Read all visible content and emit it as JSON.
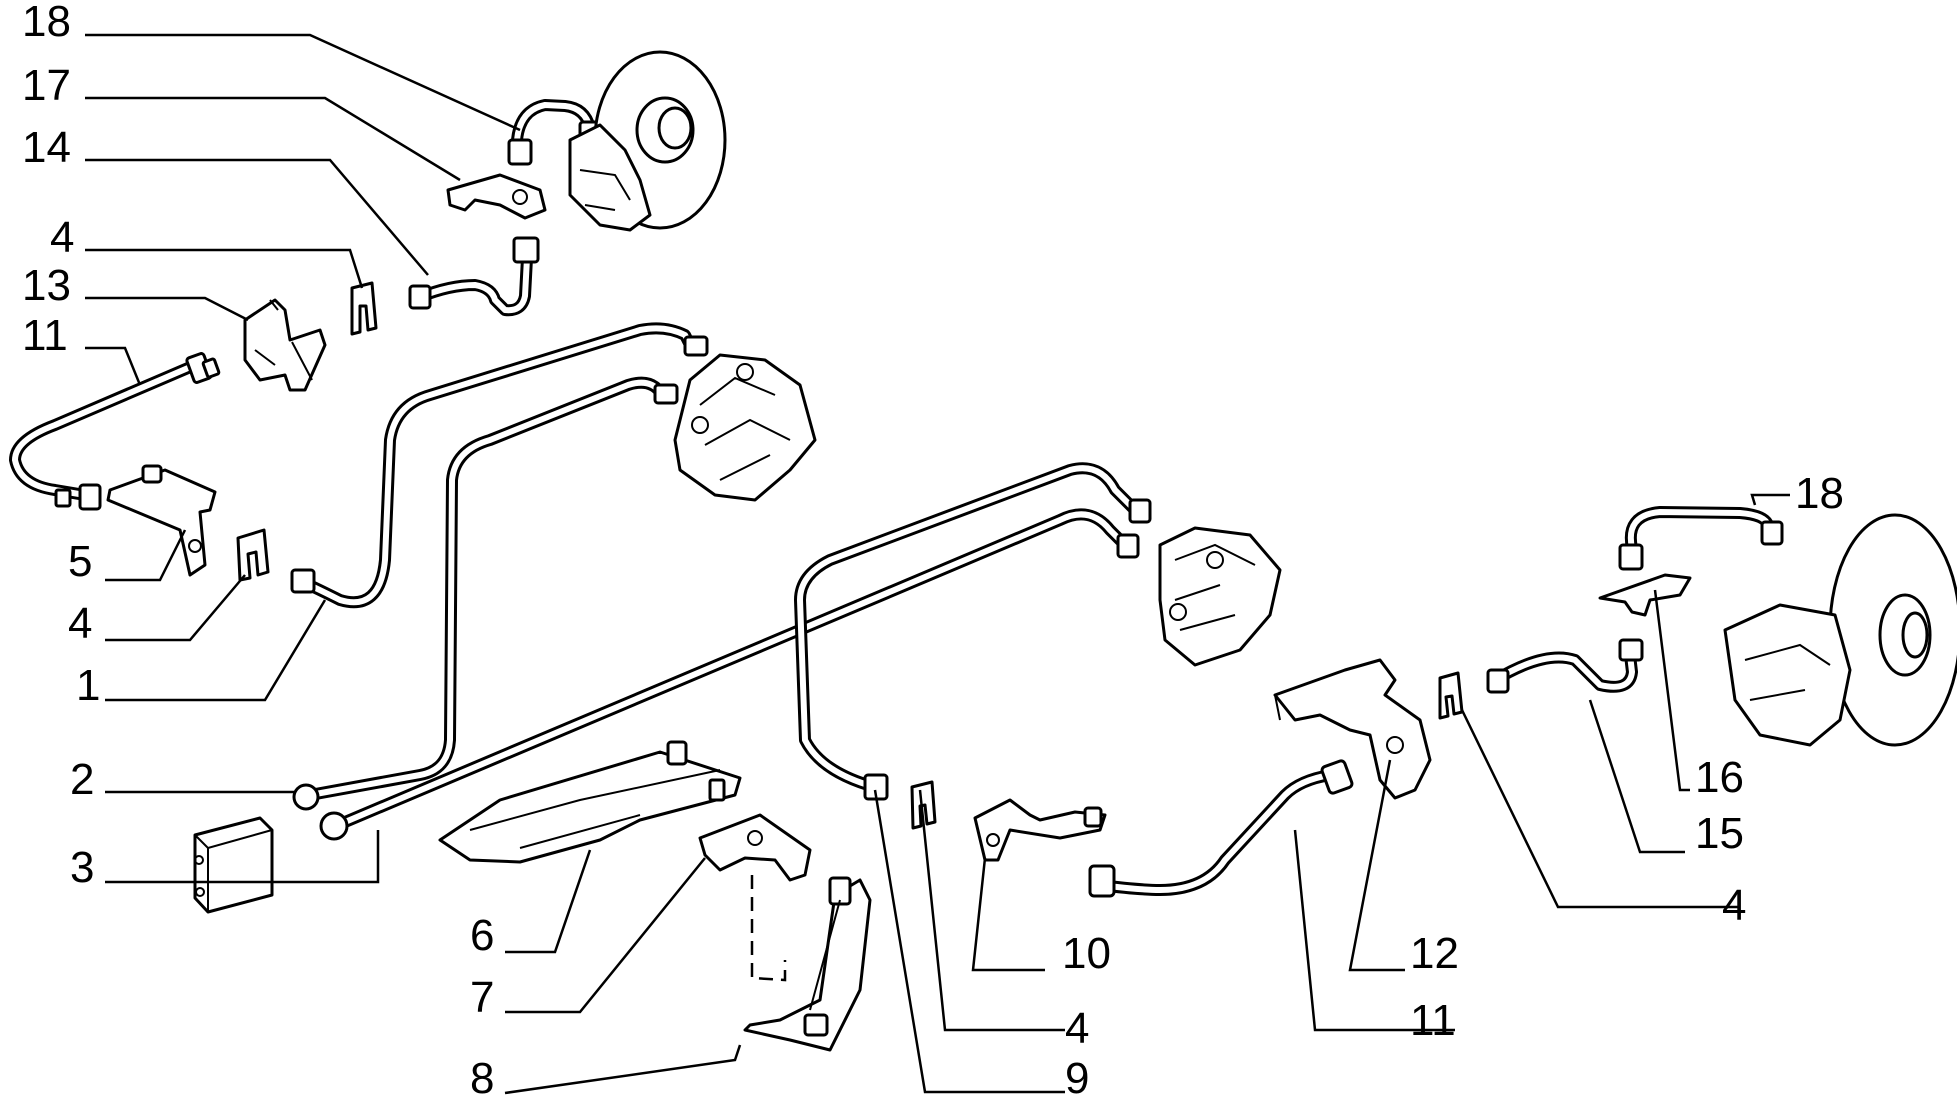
{
  "labels": {
    "l18a": "18",
    "l17": "17",
    "l14": "14",
    "l4a": "4",
    "l13": "13",
    "l11a": "11",
    "l5": "5",
    "l4b": "4",
    "l1": "1",
    "l2": "2",
    "l3": "3",
    "l6": "6",
    "l7": "7",
    "l8": "8",
    "l9": "9",
    "l4c": "4",
    "l10": "10",
    "l11b": "11",
    "l12": "12",
    "l4d": "4",
    "l15": "15",
    "l16": "16",
    "l18b": "18"
  },
  "colors": {
    "line": "#000000",
    "background": "#ffffff"
  }
}
